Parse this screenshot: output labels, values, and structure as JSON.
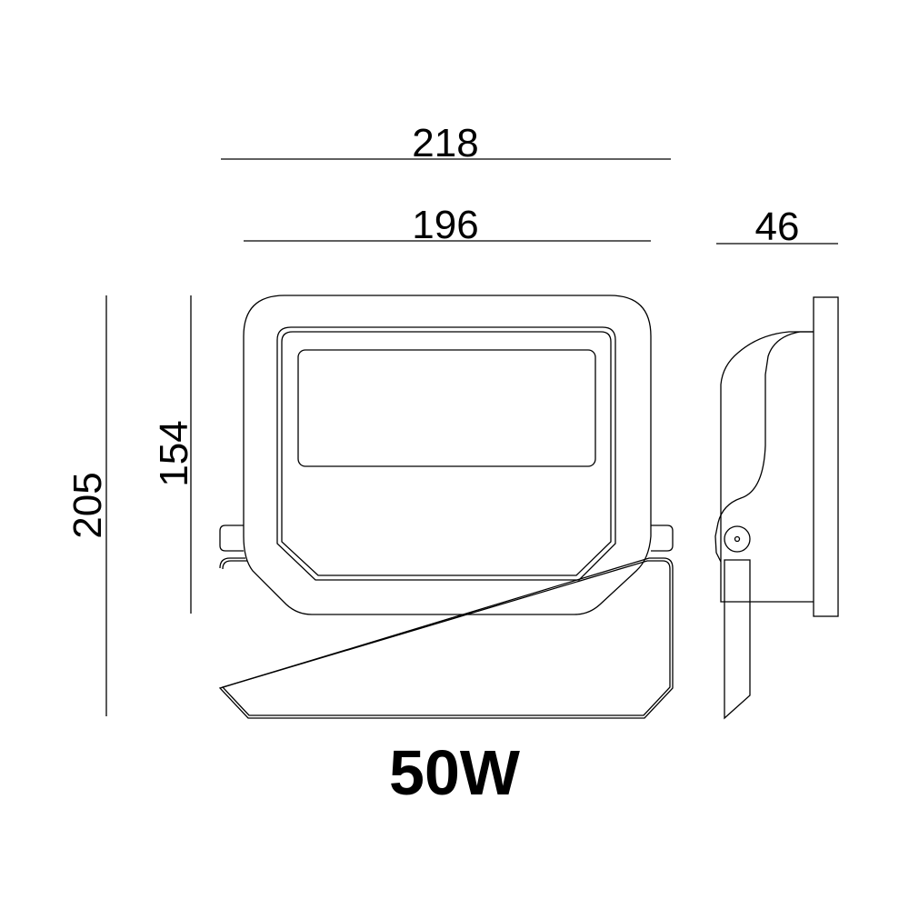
{
  "dimensions": {
    "overall_width": "218",
    "housing_width": "196",
    "depth": "46",
    "overall_height": "205",
    "housing_height": "154"
  },
  "title": "50W",
  "colors": {
    "line": "#000000",
    "background": "#ffffff"
  }
}
